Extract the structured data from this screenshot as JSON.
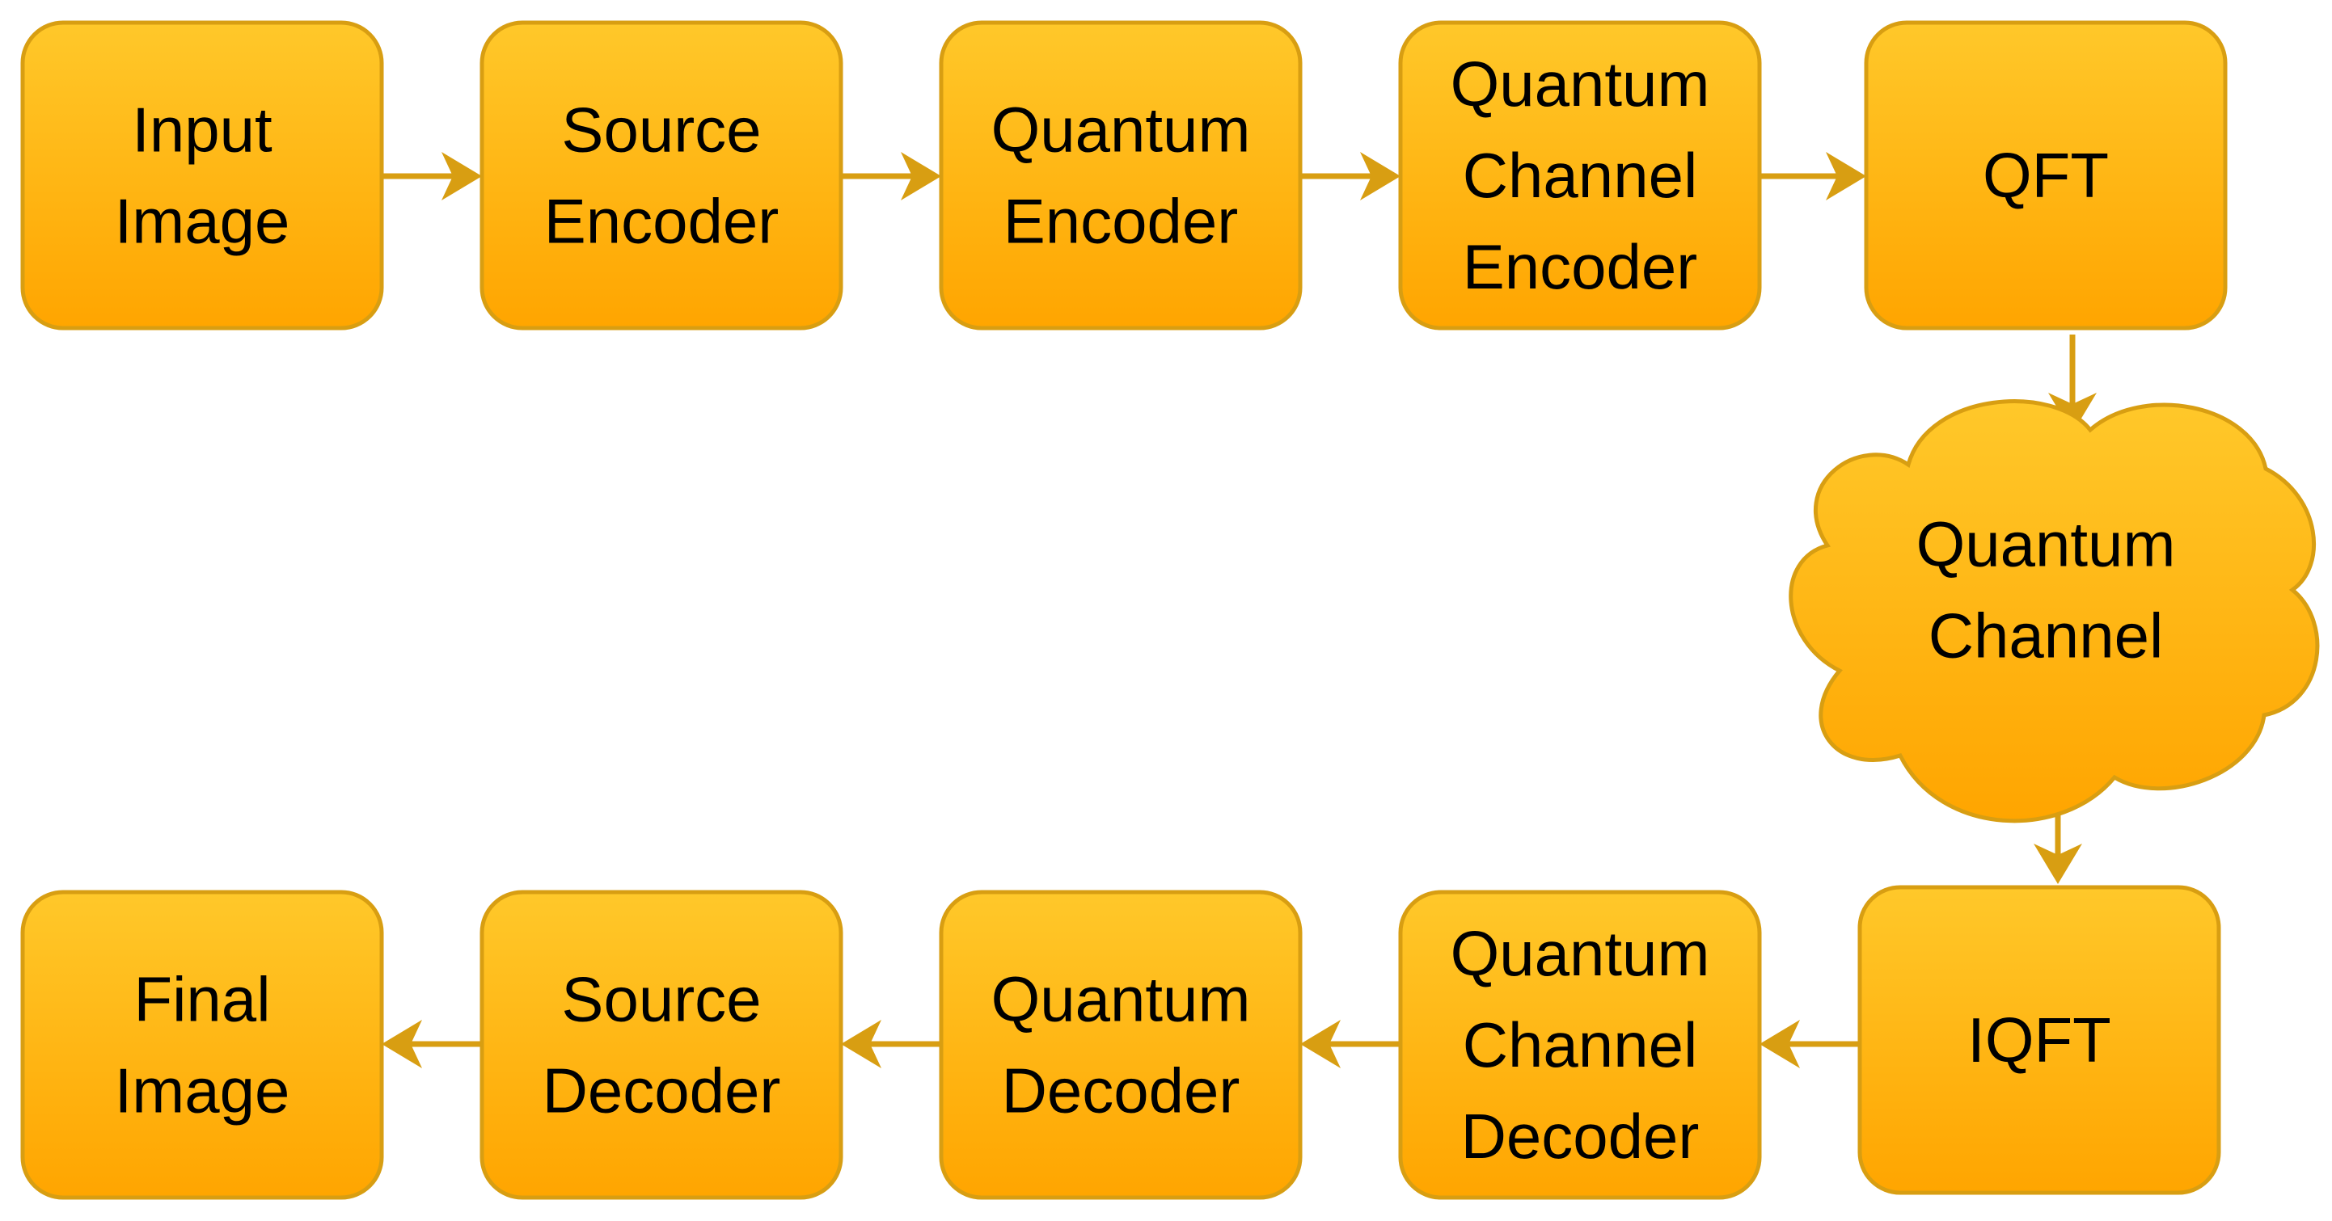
{
  "colors": {
    "box_fill_top": "#FFC82A",
    "box_fill_bottom": "#FFA500",
    "box_stroke": "#D89E12",
    "arrow": "#D89E12",
    "text": "#000000",
    "background": "#FFFFFF"
  },
  "nodes": [
    {
      "id": "input-image",
      "shape": "rounded-box",
      "lines": [
        "Input",
        "Image"
      ]
    },
    {
      "id": "source-encoder",
      "shape": "rounded-box",
      "lines": [
        "Source",
        "Encoder"
      ]
    },
    {
      "id": "quantum-encoder",
      "shape": "rounded-box",
      "lines": [
        "Quantum",
        "Encoder"
      ]
    },
    {
      "id": "quantum-channel-encoder",
      "shape": "rounded-box",
      "lines": [
        "Quantum",
        "Channel",
        "Encoder"
      ]
    },
    {
      "id": "qft",
      "shape": "rounded-box",
      "lines": [
        "QFT"
      ]
    },
    {
      "id": "quantum-channel",
      "shape": "cloud",
      "lines": [
        "Quantum",
        "Channel"
      ]
    },
    {
      "id": "iqft",
      "shape": "rounded-box",
      "lines": [
        "IQFT"
      ]
    },
    {
      "id": "quantum-channel-decoder",
      "shape": "rounded-box",
      "lines": [
        "Quantum",
        "Channel",
        "Decoder"
      ]
    },
    {
      "id": "quantum-decoder",
      "shape": "rounded-box",
      "lines": [
        "Quantum",
        "Decoder"
      ]
    },
    {
      "id": "source-decoder",
      "shape": "rounded-box",
      "lines": [
        "Source",
        "Decoder"
      ]
    },
    {
      "id": "final-image",
      "shape": "rounded-box",
      "lines": [
        "Final",
        "Image"
      ]
    }
  ],
  "edges": [
    {
      "from": "input-image",
      "to": "source-encoder"
    },
    {
      "from": "source-encoder",
      "to": "quantum-encoder"
    },
    {
      "from": "quantum-encoder",
      "to": "quantum-channel-encoder"
    },
    {
      "from": "quantum-channel-encoder",
      "to": "qft"
    },
    {
      "from": "qft",
      "to": "quantum-channel"
    },
    {
      "from": "quantum-channel",
      "to": "iqft"
    },
    {
      "from": "iqft",
      "to": "quantum-channel-decoder"
    },
    {
      "from": "quantum-channel-decoder",
      "to": "quantum-decoder"
    },
    {
      "from": "quantum-decoder",
      "to": "source-decoder"
    },
    {
      "from": "source-decoder",
      "to": "final-image"
    }
  ]
}
